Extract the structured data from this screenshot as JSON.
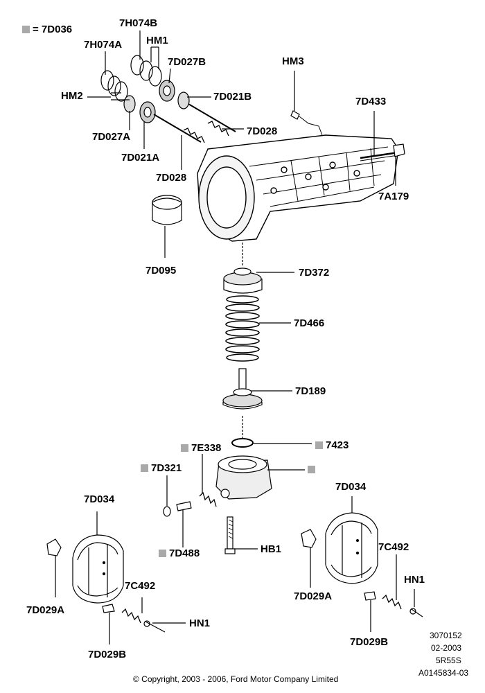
{
  "legend": {
    "marker_color": "#a9a9a9",
    "text": "= 7D036"
  },
  "labels": {
    "p7H074B": "7H074B",
    "pHM1": "HM1",
    "p7H074A": "7H074A",
    "p7D027B": "7D027B",
    "pHM2": "HM2",
    "p7D021B": "7D021B",
    "pHM3": "HM3",
    "p7D433": "7D433",
    "p7D027A": "7D027A",
    "p7D028a": "7D028",
    "p7D021A": "7D021A",
    "p7D028b": "7D028",
    "p7A179": "7A179",
    "p7D095": "7D095",
    "p7D372": "7D372",
    "p7D466": "7D466",
    "p7D189": "7D189",
    "p7E338": "7E338",
    "p7423": "7423",
    "p7D321": "7D321",
    "p7D034a": "7D034",
    "p7D034b": "7D034",
    "pHB1": "HB1",
    "p7D488": "7D488",
    "p7C492a": "7C492",
    "p7C492b": "7C492",
    "p7D029Aa": "7D029A",
    "p7D029Ab": "7D029A",
    "pHN1a": "HN1",
    "pHN1b": "HN1",
    "p7D029Ba": "7D029B",
    "p7D029Bb": "7D029B"
  },
  "meta": {
    "line1": "3070152",
    "line2": "02-2003",
    "line3": "5R55S",
    "line4": "A0145834-03"
  },
  "copyright": "© Copyright, 2003 - 2006, Ford Motor Company Limited"
}
